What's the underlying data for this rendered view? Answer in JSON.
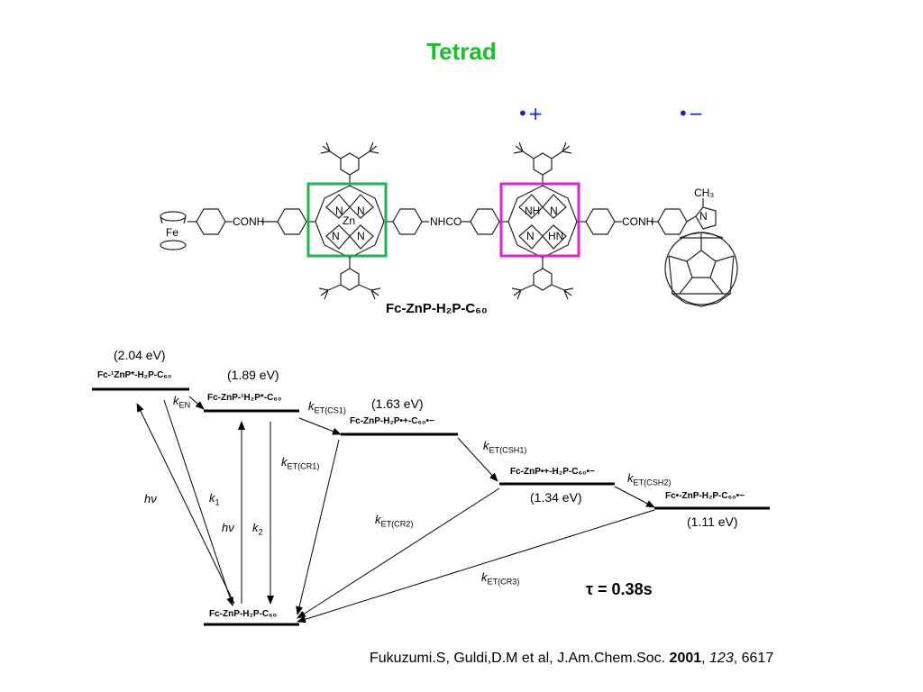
{
  "title": "Tetrad",
  "charges": {
    "plus": "•+",
    "minus": "•−"
  },
  "molecule": {
    "name": "Fc-ZnP-H₂P-C₆₀",
    "labels": {
      "fe": "Fe",
      "conh_left": "CONH",
      "zn": "Zn",
      "n": "N",
      "nhco": "NHCO",
      "nh": "NH",
      "hn": "HN",
      "conh_right": "CONH",
      "ch3": "CH₃"
    }
  },
  "energy_levels": [
    {
      "state": "Fc-¹ZnP*-H₂P-C₆₀",
      "energy": "(2.04 eV)"
    },
    {
      "state": "Fc-ZnP-¹H₂P*-C₆₀",
      "energy": "(1.89 eV)"
    },
    {
      "state": "Fc-ZnP-H₂P•+-C₆₀•−",
      "energy": "(1.63 eV)"
    },
    {
      "state": "Fc-ZnP•+-H₂P-C₆₀•−",
      "energy": "(1.34 eV)"
    },
    {
      "state": "Fc•-ZnP-H₂P-C₆₀•−",
      "energy": "(1.11 eV)"
    },
    {
      "state": "Fc-ZnP-H₂P-C₆₀",
      "energy": ""
    }
  ],
  "rates": {
    "k_en": {
      "k": "k",
      "sub": "EN"
    },
    "k_et_cs1": {
      "k": "k",
      "sub": "ET(CS1)"
    },
    "k_et_csh1": {
      "k": "k",
      "sub": "ET(CSH1)"
    },
    "k_et_csh2": {
      "k": "k",
      "sub": "ET(CSH2)"
    },
    "k_et_cr1": {
      "k": "k",
      "sub": "ET(CR1)"
    },
    "k_et_cr2": {
      "k": "k",
      "sub": "ET(CR2)"
    },
    "k_et_cr3": {
      "k": "k",
      "sub": "ET(CR3)"
    },
    "k1": {
      "k": "k",
      "sub": "1"
    },
    "k2": {
      "k": "k",
      "sub": "2"
    },
    "hv": "hν"
  },
  "tau": "τ = 0.38s",
  "citation": {
    "authors": "Fukuzumi.S, Guldi,D.M et al, J.Am.Chem.Soc. ",
    "year": "2001",
    "sep1": ", ",
    "volume": "123",
    "pages": ", 6617"
  },
  "colors": {
    "title": "#16c12a",
    "charge": "#1d1dd8",
    "zn_box": "#16b84a",
    "h2p_box": "#e020d0"
  }
}
